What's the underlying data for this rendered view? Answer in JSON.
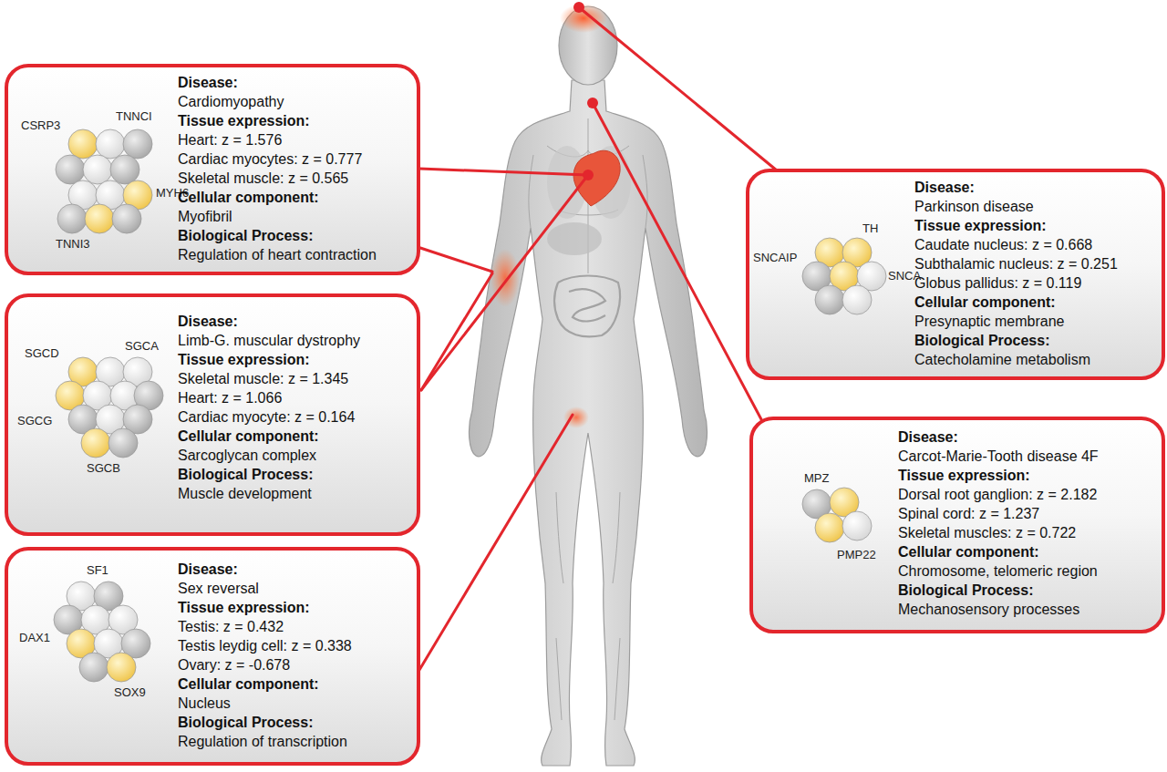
{
  "diagram": {
    "nodes": [
      {
        "text": [
          "CSRP3",
          "TNNCI",
          "MYH6",
          "TNNI3",
          "Disease:",
          "Cardiomyopathy",
          "Tissue expression:",
          "Heart: z = 1.576",
          "Cardiac myocytes: z = 0.777",
          "Skeletal muscle: z = 0.565",
          "Cellular component:",
          "Myofibril",
          "Biological Process:",
          "Regulation of heart contraction"
        ]
      },
      {
        "text": [
          "SGCD",
          "SGCA",
          "SGCG",
          "SGCB",
          "Disease:",
          "Limb-G. muscular dystrophy",
          "Tissue expression:",
          "Skeletal muscle: z = 1.345",
          "Heart: z = 1.066",
          "Cardiac myocyte: z = 0.164",
          "Cellular component:",
          "Sarcoglycan complex",
          "Biological Process:",
          "Muscle development"
        ]
      },
      {
        "text": [
          "SF1",
          "DAX1",
          "SOX9",
          "Disease:",
          "Sex reversal",
          "Tissue expression:",
          "Testis: z = 0.432",
          "Testis leydig cell: z = 0.338",
          "Ovary: z = -0.678",
          "Cellular component:",
          "Nucleus",
          "Biological Process:",
          "Regulation of transcription"
        ]
      },
      {
        "text": [
          "SNCAIP",
          "TH",
          "SNCA",
          "Disease:",
          "Parkinson disease",
          "Tissue expression:",
          "Caudate nucleus: z = 0.668",
          "Subthalamic nucleus: z = 0.251",
          "Globus pallidus: z = 0.119",
          "Cellular component:",
          "Presynaptic membrane",
          "Biological Process:",
          "Catecholamine metabolism"
        ]
      },
      {
        "text": [
          "MPZ",
          "PMP22",
          "Disease:",
          "Carcot-Marie-Tooth disease 4F",
          "Tissue expression:",
          "Dorsal root ganglion: z = 2.182",
          "Spinal cord: z = 1.237",
          "Skeletal muscles: z = 0.722",
          "Cellular component:",
          "Chromosome, telomeric region",
          "Biological Process:",
          "Mechanosensory processes"
        ]
      }
    ]
  }
}
